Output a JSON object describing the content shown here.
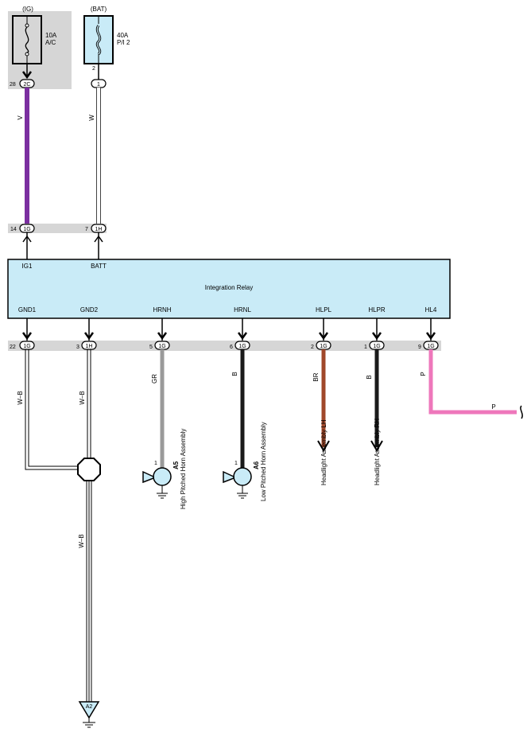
{
  "fuses": [
    {
      "supply": "(IG)",
      "rating": "10A",
      "name": "A/C",
      "pin": "28",
      "connector": "2C"
    },
    {
      "supply": "(BAT)",
      "rating": "40A",
      "name": "P/I 2",
      "pin": "2",
      "connector": "1"
    }
  ],
  "top_wires": [
    {
      "color_code": "V",
      "color": "#7b2fa0"
    },
    {
      "color_code": "W",
      "color": "#ffffff"
    }
  ],
  "relay_inputs": [
    {
      "pin": "14",
      "connector": "1G",
      "terminal": "IG1"
    },
    {
      "pin": "7",
      "connector": "1H",
      "terminal": "BATT"
    }
  ],
  "relay": {
    "name": "Integration Relay"
  },
  "relay_outputs": [
    {
      "terminal": "GND1",
      "pin": "22",
      "connector": "1G",
      "wire": "W–B"
    },
    {
      "terminal": "GND2",
      "pin": "3",
      "connector": "1H",
      "wire": "W–B"
    },
    {
      "terminal": "HRNH",
      "pin": "5",
      "connector": "1G",
      "wire": "GR"
    },
    {
      "terminal": "HRNL",
      "pin": "6",
      "connector": "1G",
      "wire": "B"
    },
    {
      "terminal": "HLPL",
      "pin": "2",
      "connector": "1G",
      "wire": "BR"
    },
    {
      "terminal": "HLPR",
      "pin": "1",
      "connector": "1G",
      "wire": "B"
    },
    {
      "terminal": "HL4",
      "pin": "9",
      "connector": "1G",
      "wire": "P"
    }
  ],
  "horns": [
    {
      "pin": "1",
      "code": "A5",
      "name": "High Pitched Horn Assembly"
    },
    {
      "pin": "1",
      "code": "A6",
      "name": "Low Pitched Horn Assembly"
    }
  ],
  "headlights": [
    {
      "name": "Headlight Assembly LH"
    },
    {
      "name": "Headlight Assembly RH"
    }
  ],
  "ground": {
    "wire": "W–B",
    "code": "A2"
  },
  "p_wire_label": "P",
  "colors": {
    "violet": "#7b2fa0",
    "gray": "#9a9a9a",
    "black": "#1a1a1a",
    "brown": "#a0482a",
    "pink": "#ee77bb",
    "relay_fill": "#c9ebf7",
    "band": "#d6d6d6"
  }
}
